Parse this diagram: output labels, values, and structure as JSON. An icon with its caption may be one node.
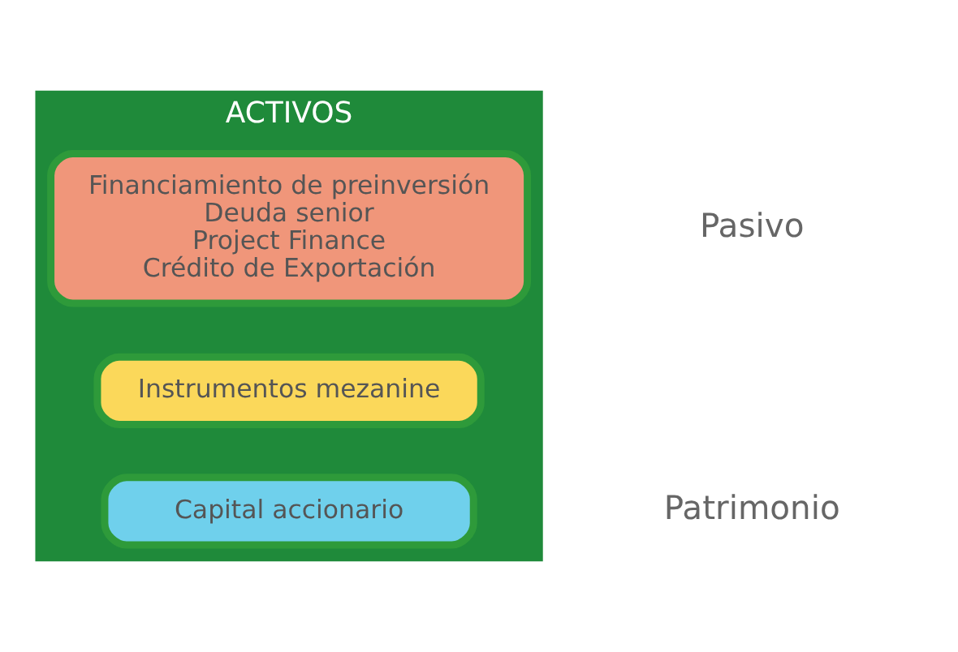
{
  "diagram": {
    "nodes": [
      {
        "text": [
          "ACTIVOS"
        ]
      },
      {
        "text": [
          "Financiamiento de preinversión",
          "Deuda senior",
          "Project Finance",
          "Crédito de Exportación"
        ],
        "in": 0
      },
      {
        "text": [
          "Instrumentos mezanine"
        ],
        "in": 0
      },
      {
        "text": [
          "Capital accionario"
        ],
        "in": 0
      }
    ],
    "edges": [],
    "labels": [
      "Pasivo",
      "Patrimonio"
    ]
  }
}
